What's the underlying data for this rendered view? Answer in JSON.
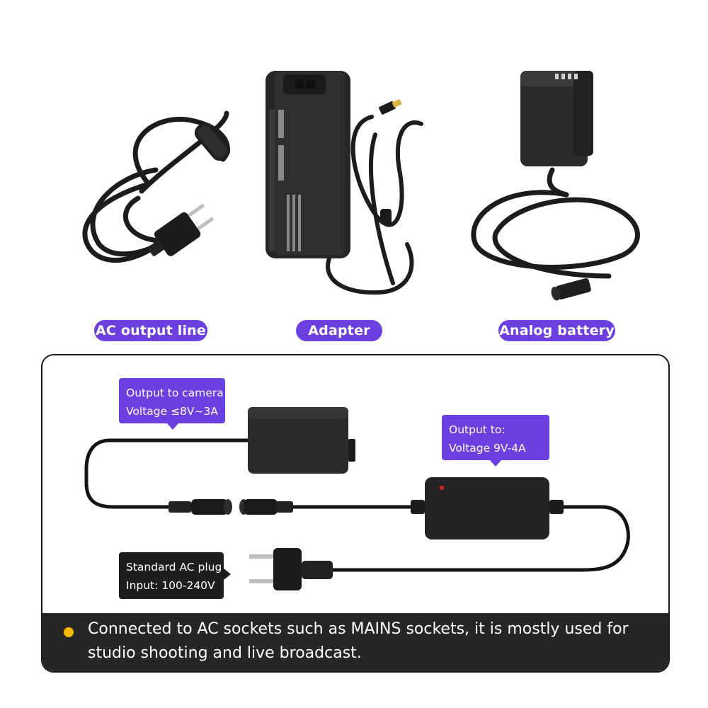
{
  "labels": {
    "ac_output_line": "AC output line",
    "adapter": "Adapter",
    "analog_battery": "Analog battery"
  },
  "callouts": {
    "camera": {
      "line1": "Output to camera",
      "line2": "Voltage ≤8V~3A"
    },
    "adapter_output": {
      "line1": "Output to:",
      "line2": "Voltage 9V-4A"
    },
    "ac_plug": {
      "line1": "Standard AC plug",
      "line2": "Input: 100-240V"
    }
  },
  "footer": {
    "text": "Connected to AC sockets such as MAINS sockets, it is mostly used for studio shooting and live broadcast."
  },
  "colors": {
    "accent": "#6b3fe0",
    "bullet": "#f5b700",
    "footer_bg": "#262626",
    "device": "#2a2a2a"
  }
}
